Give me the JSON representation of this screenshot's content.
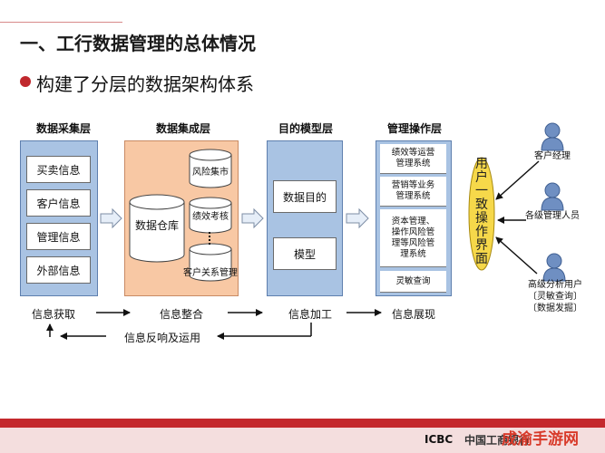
{
  "slide": {
    "title": "一、工行数据管理的总体情况",
    "subtitle": "构建了分层的数据架构体系"
  },
  "layers": {
    "collection": {
      "header": "数据采集层",
      "items": [
        "买卖信息",
        "客户信息",
        "管理信息",
        "外部信息"
      ]
    },
    "integration": {
      "header": "数据集成层",
      "warehouse": "数据仓库",
      "marts": [
        "风险集市",
        "绩效考核",
        "客户关系管理"
      ]
    },
    "model": {
      "header": "目的模型层",
      "items": [
        "数据目的",
        "模型"
      ]
    },
    "management": {
      "header": "管理操作层",
      "items": [
        "绩效等运营\n管理系统",
        "营销等业务\n管理系统",
        "资本管理、\n操作风险管\n理等风险管\n理系统",
        "灵敏查询"
      ]
    }
  },
  "interface_label": "用户一致操作界面",
  "flow": {
    "steps": [
      "信息获取",
      "信息整合",
      "信息加工",
      "信息展现"
    ],
    "feedback": "信息反响及运用"
  },
  "users": [
    {
      "label": "客户经理"
    },
    {
      "label": "各级管理人员"
    },
    {
      "label": "高级分析用户\n〔灵敏查询〕\n〔数据发掘〕"
    }
  ],
  "footer": {
    "logo": "ICBC",
    "bank_name": "中国工商银行",
    "watermark": "成渝手游网"
  },
  "colors": {
    "accent_red": "#c4282d",
    "panel_blue": "#a9c3e3",
    "panel_orange": "#f8c8a4",
    "interface_yellow": "#f6d84a",
    "user_icon_blue": "#6f8fc2"
  }
}
